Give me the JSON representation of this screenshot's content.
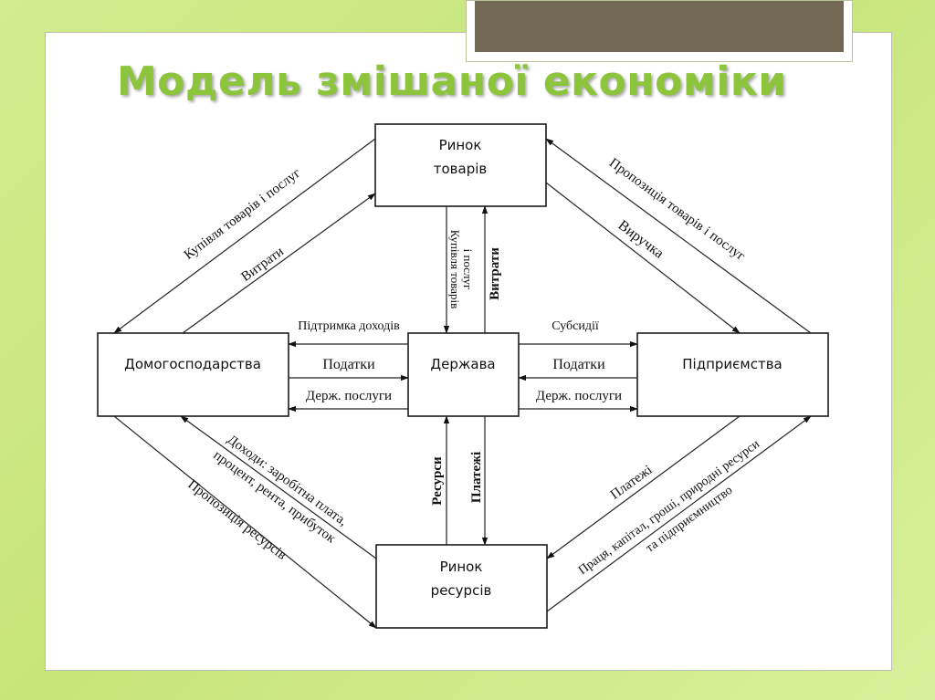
{
  "slide": {
    "title": "Модель змішаної економіки"
  },
  "diagram": {
    "nodes": {
      "goods_market": [
        "Ринок",
        "товарів"
      ],
      "households": "Домогосподарства",
      "state": "Держава",
      "firms": "Підприємства",
      "resource_market": [
        "Ринок",
        "ресурсів"
      ]
    },
    "labels": {
      "buy_goods": "Купівля товарів і послуг",
      "expenses_left": "Витрати",
      "supply_goods": "Пропозиція товарів і послуг",
      "revenue": "Виручка",
      "state_buy_goods": [
        "Купівля товарів",
        "і послуг"
      ],
      "state_expenses": "Витрати",
      "income_support": "Підтримка доходів",
      "taxes_left": "Податки",
      "gov_services_left": "Держ. послуги",
      "subsidies": "Субсидії",
      "taxes_right": "Податки",
      "gov_services_right": "Держ. послуги",
      "resources": "Ресурси",
      "payments_center": "Платежі",
      "incomes": [
        "Доходи: заробітна плата,",
        "процент, рента, прибуток"
      ],
      "resource_supply": "Пропозиція ресурсів",
      "payments_right": "Платежі",
      "factors": [
        "Праця, капітал, гроші, природні ресурси",
        "та підприємництво"
      ]
    }
  }
}
